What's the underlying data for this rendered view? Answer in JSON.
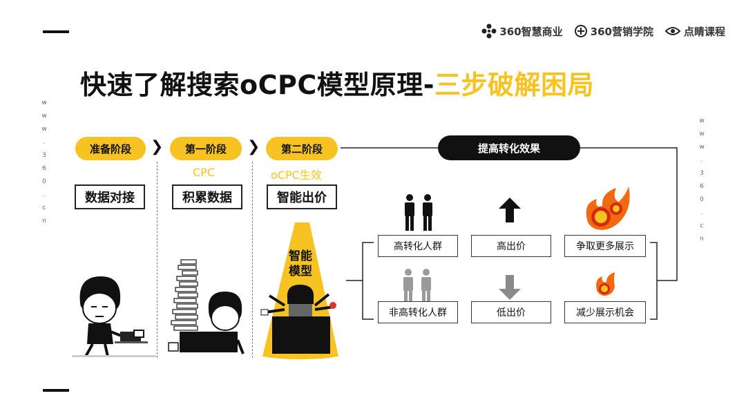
{
  "header": {
    "logos": [
      "360智慧商业",
      "360营销学院",
      "点睛课程"
    ]
  },
  "title": {
    "main": "快速了解搜索oCPC模型原理-",
    "highlight": "三步破解困局"
  },
  "side_text": [
    "w",
    "w",
    "w",
    ".",
    "3",
    "6",
    "0",
    ".",
    "c",
    "n"
  ],
  "stages": [
    {
      "pill": "准备阶段",
      "sub": "",
      "box": "数据对接"
    },
    {
      "pill": "第一阶段",
      "sub": "CPC",
      "box": "积累数据"
    },
    {
      "pill": "第二阶段",
      "sub": "oCPC生效",
      "box": "智能出价"
    }
  ],
  "stage_arrow": "❯",
  "model_label": [
    "智能",
    "模型"
  ],
  "effect": {
    "header": "提高转化效果",
    "high_group": "高转化人群",
    "low_group": "非高转化人群",
    "high_bid": "高出价",
    "low_bid": "低出价",
    "more_show": "争取更多展示",
    "less_show": "减少展示机会"
  },
  "colors": {
    "accent": "#f7c322",
    "dark": "#111111",
    "gray_person": "#9a9a9a"
  }
}
